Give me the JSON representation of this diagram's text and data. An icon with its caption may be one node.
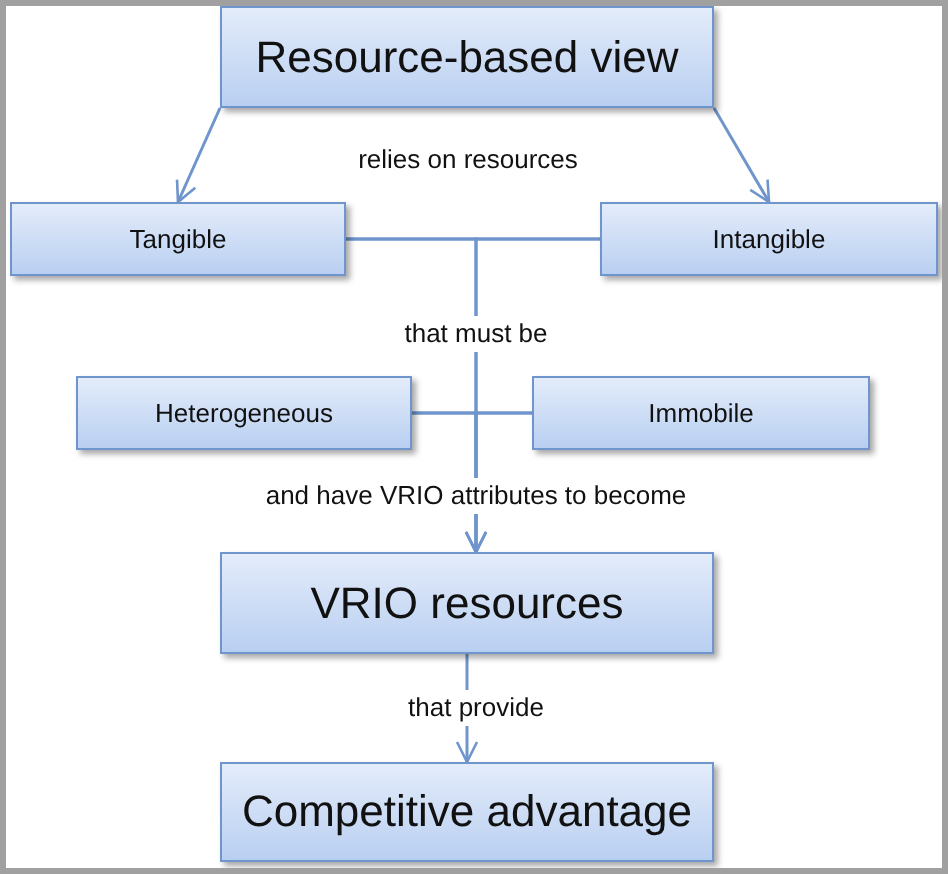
{
  "diagram": {
    "nodes": [
      {
        "text": [
          "Resource-based view"
        ]
      },
      {
        "text": [
          "Tangible"
        ]
      },
      {
        "text": [
          "Intangible"
        ]
      },
      {
        "text": [
          "Heterogeneous"
        ]
      },
      {
        "text": [
          "Immobile"
        ]
      },
      {
        "text": [
          "VRIO resources"
        ]
      },
      {
        "text": [
          "Competitive advantage"
        ]
      }
    ],
    "edges": [
      {
        "from": 0,
        "to": 1,
        "arrow": "to"
      },
      {
        "from": 0,
        "to": 2,
        "arrow": "to"
      },
      {
        "from": 1,
        "to": 2,
        "arrow": "none"
      },
      {
        "from": 3,
        "to": 4,
        "arrow": "none"
      },
      {
        "from": 1,
        "to": 5,
        "arrow": "to"
      },
      {
        "from": 2,
        "to": 5,
        "arrow": "to"
      },
      {
        "from": 3,
        "to": 5,
        "arrow": "to"
      },
      {
        "from": 4,
        "to": 5,
        "arrow": "to"
      },
      {
        "from": 5,
        "to": 6,
        "arrow": "to",
        "label": "that provide"
      }
    ],
    "labels": [
      "relies on resources",
      "that must be",
      "and have VRIO attributes to become"
    ]
  }
}
